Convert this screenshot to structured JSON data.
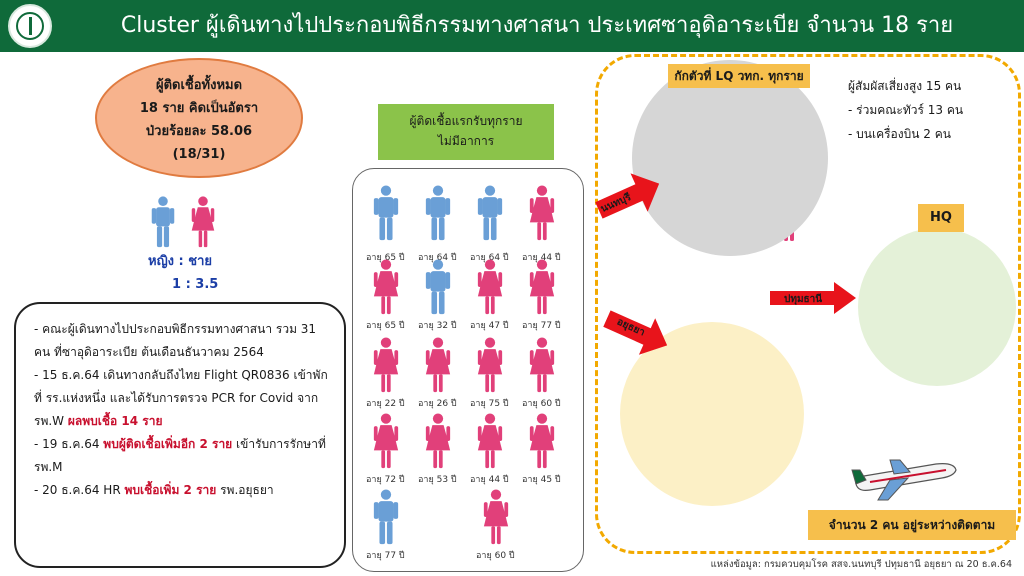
{
  "header": {
    "title": "Cluster ผู้เดินทางไปประกอบพิธีกรรมทางศาสนา ประเทศซาอุดิอาระเบีย จำนวน 18 ราย",
    "logo_icon": "moph-logo-icon"
  },
  "summary": {
    "line1": "ผู้ติดเชื้อทั้งหมด",
    "line2": "18 ราย คิดเป็นอัตรา",
    "line3": "ป่วยร้อยละ 58.06",
    "line4": "(18/31)"
  },
  "ratio": {
    "labels": "หญิง  :  ชาย",
    "values": "1    : 3.5"
  },
  "timeline": {
    "p1": "- คณะผู้เดินทางไปประกอบพิธีกรรมทางศาสนา รวม 31 คน ที่ซาอุดิอาระเบีย ต้นเดือนธันวาคม 2564",
    "p2_pre": "- 15 ธ.ค.64 เดินทางกลับถึงไทย Flight QR0836 เข้าพักที่ รร.แห่งหนึ่ง และได้รับการตรวจ PCR for Covid จาก รพ.W ",
    "p2_red": "ผลพบเชื้อ 14 ราย",
    "p3_pre": "- 19 ธ.ค.64 ",
    "p3_red": "พบผู้ติดเชื้อเพิ่มอีก 2 ราย",
    "p3_post": " เข้ารับการรักษาที่ รพ.M",
    "p4_pre": "- 20 ธ.ค.64  HR ",
    "p4_red": "พบเชื้อเพิ่ม 2 ราย",
    "p4_post": " รพ.อยุธยา"
  },
  "asymptomatic": {
    "line1": "ผู้ติดเชื้อแรกรับทุกราย",
    "line2": "ไม่มีอาการ"
  },
  "patients": [
    {
      "sex": "male",
      "age": "อายุ 65 ปี"
    },
    {
      "sex": "male",
      "age": "อายุ 64 ปี"
    },
    {
      "sex": "male",
      "age": "อายุ 64 ปี"
    },
    {
      "sex": "female",
      "age": "อายุ 44 ปี"
    },
    {
      "sex": "female",
      "age": "อายุ 65 ปี"
    },
    {
      "sex": "male",
      "age": "อายุ 32 ปี"
    },
    {
      "sex": "female",
      "age": "อายุ 47 ปี"
    },
    {
      "sex": "female",
      "age": "อายุ 77 ปี"
    },
    {
      "sex": "female",
      "age": "อายุ 22 ปี"
    },
    {
      "sex": "female",
      "age": "อายุ 26 ปี"
    },
    {
      "sex": "female",
      "age": "อายุ 75 ปี"
    },
    {
      "sex": "female",
      "age": "อายุ 60 ปี"
    },
    {
      "sex": "female",
      "age": "อายุ 72 ปี"
    },
    {
      "sex": "female",
      "age": "อายุ 53 ปี"
    },
    {
      "sex": "female",
      "age": "อายุ 44 ปี"
    },
    {
      "sex": "female",
      "age": "อายุ 45 ปี"
    },
    {
      "sex": "male",
      "age": "อายุ 77 ปี"
    },
    {
      "sex": "female",
      "age": "อายุ 60 ปี"
    }
  ],
  "right": {
    "lq_label": "กักตัวที่ LQ วทก. ทุกราย",
    "contacts": {
      "line1": "ผู้สัมผัสเสี่ยงสูง 15 คน",
      "line2": "- ร่วมคณะทัวร์ 13 คน",
      "line3": "- บนเครื่องบิน 2 คน"
    },
    "hq_label": "HQ",
    "arrow_nonthaburi": "นนทบุรี",
    "arrow_ayutthaya": "อยุธยา",
    "arrow_pathumthani": "ปทุมธานี",
    "bottom_label": "จำนวน 2 คน อยู่ระหว่างติดตาม"
  },
  "source": "แหล่งข้อมูล: กรมควบคุมโรค  สสจ.นนทบุรี ปทุมธานี อยุธยา ณ 20 ธ.ค.64",
  "colors": {
    "header_bg": "#0f6a3a",
    "male": "#6a9fd6",
    "female": "#e1407a",
    "accent_red": "#c8102e",
    "label_yellow": "#f6bf4c",
    "dashed_border": "#f2a900"
  }
}
